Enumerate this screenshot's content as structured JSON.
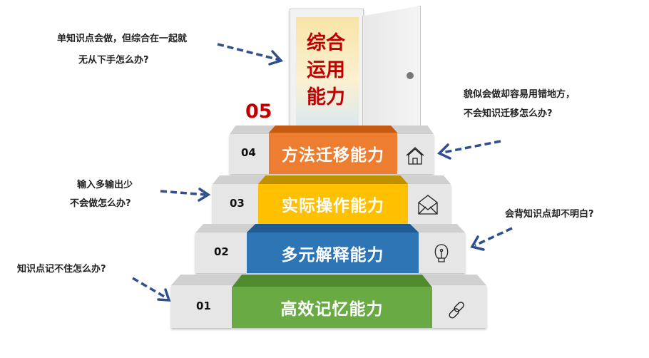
{
  "door": {
    "title_lines": [
      "综合",
      "运用",
      "能力"
    ],
    "level": "05"
  },
  "steps": [
    {
      "num": "04",
      "label": "方法迁移能力",
      "color": "#ed7d31",
      "icon": "home-icon"
    },
    {
      "num": "03",
      "label": "实际操作能力",
      "color": "#ffc000",
      "icon": "envelope-icon"
    },
    {
      "num": "02",
      "label": "多元解释能力",
      "color": "#2e75b6",
      "icon": "lightbulb-icon"
    },
    {
      "num": "01",
      "label": "高效记忆能力",
      "color": "#70ad47",
      "icon": "link-icon"
    }
  ],
  "notes": {
    "n05": [
      "单知识点会做，但综合在一起就",
      "无从下手怎么办?"
    ],
    "n04": [
      "貌似会做却容易用错地方，",
      "不会知识迁移怎么办?"
    ],
    "n03": [
      "输入多输出少",
      "不会做怎么办?"
    ],
    "n02": [
      "会背知识点却不明白?"
    ],
    "n01": [
      "知识点记不住怎么办?"
    ]
  },
  "colors": {
    "arrow": "#2f4f8f",
    "door_text": "#c00000"
  }
}
